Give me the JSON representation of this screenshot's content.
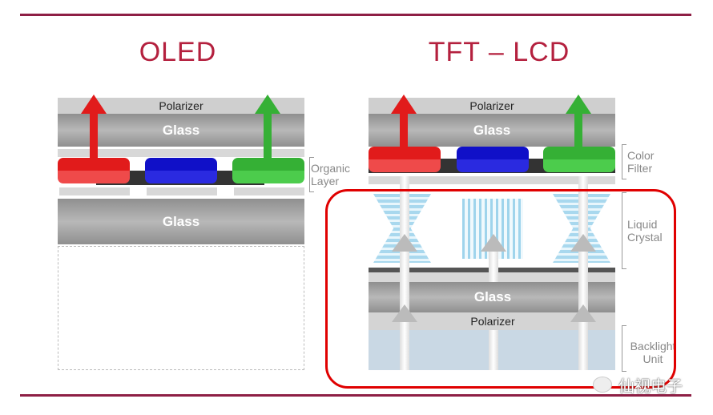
{
  "oled": {
    "title": "OLED",
    "polarizer": "Polarizer",
    "glass_top": "Glass",
    "organic_label": "Organic Layer",
    "glass_bottom": "Glass"
  },
  "lcd": {
    "title": "TFT – LCD",
    "polarizer_top": "Polarizer",
    "glass_top": "Glass",
    "color_filter_label": "Color Filter",
    "liquid_crystal_label": "Liquid Crystal",
    "glass_bottom": "Glass",
    "polarizer_bottom": "Polarizer",
    "backlight_label": "Backlight Unit"
  },
  "watermark": "仙视电子",
  "colors": {
    "accent": "#8e1f45",
    "highlight": "#e00000",
    "red": "#e11b1b",
    "blue": "#1010c8",
    "green": "#35b035"
  }
}
